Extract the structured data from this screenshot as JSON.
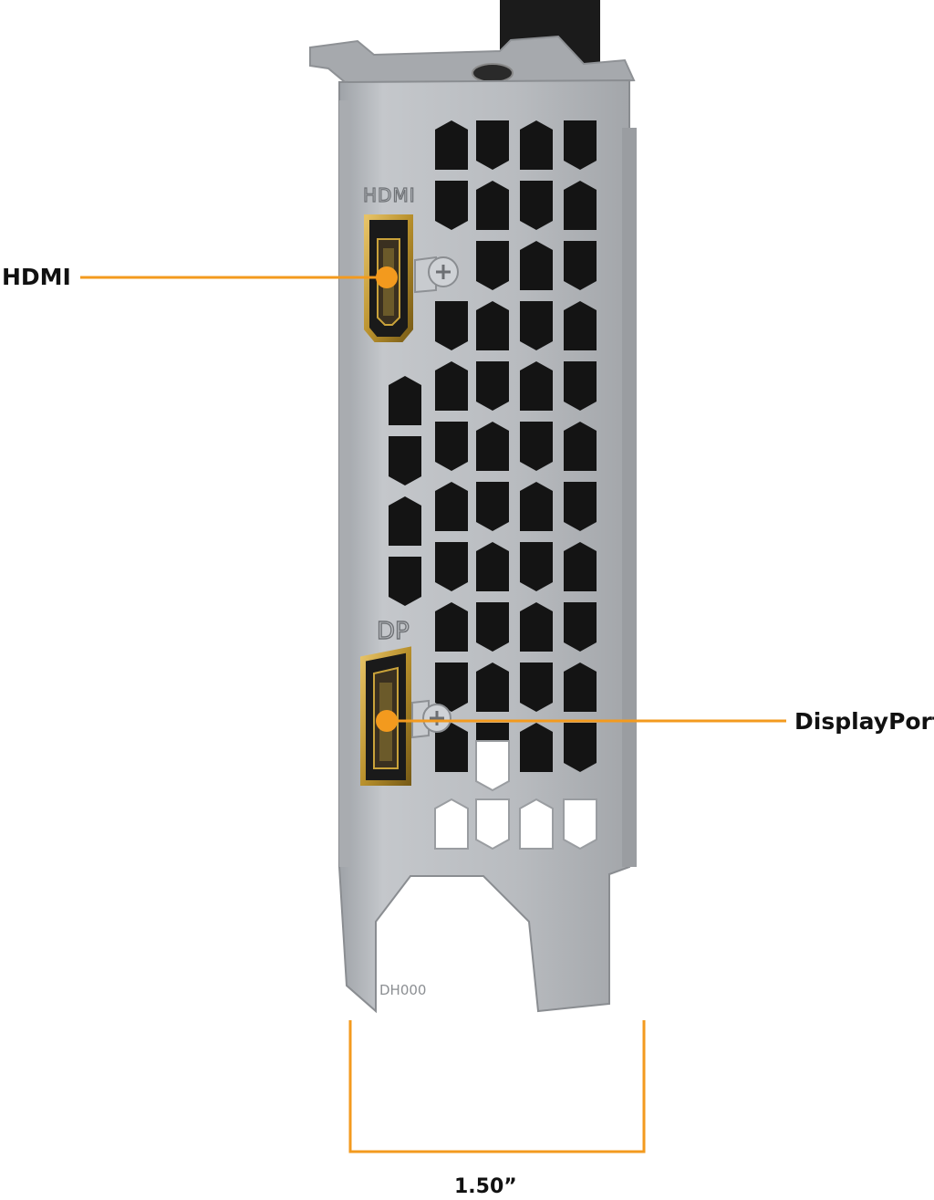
{
  "colors": {
    "accent": "#f39a1e",
    "bracket": "#b8bbbf",
    "cutout": "#141414",
    "connector_gold": "#c9a23a"
  },
  "bracket": {
    "port_label_hdmi": "HDMI",
    "port_label_dp": "DP",
    "stamp": "DH000"
  },
  "callouts": {
    "hdmi": "HDMI",
    "displayport": "DisplayPort",
    "width": "1.50”"
  }
}
